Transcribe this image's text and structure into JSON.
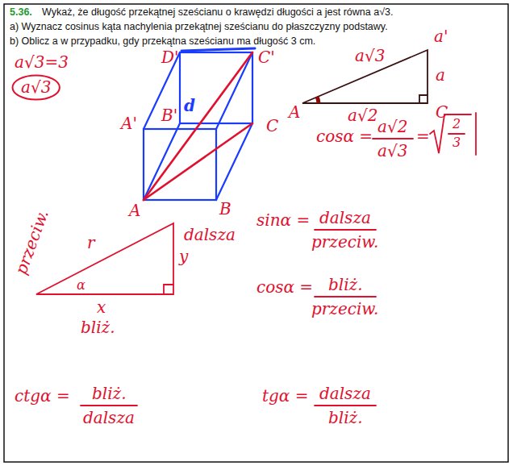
{
  "diagram": {
    "nodes": [
      {
        "text": [
          "a√3"
        ]
      }
    ],
    "labels": [
      "5.36.",
      "Wykaż, że długość przekątnej sześcianu o krawędzi długości a jest równa a√3.",
      "a) Wyznacz cosinus kąta nachylenia przekątnej sześcianu do płaszczyzny podstawy.",
      "b) Oblicz a w przypadku, gdy przekątna sześcianu ma długość 3 cm.",
      "a√3=3",
      "D'",
      "C'",
      "A'",
      "d",
      "B'",
      "C",
      "A",
      "B",
      "a√3",
      "a'",
      "a",
      "A",
      "a√2",
      "C",
      "cosα =",
      "a√2",
      "a√3",
      "=",
      "2",
      "3",
      "przeciw.",
      "r",
      "dalsza",
      "y",
      "x",
      "bliż.",
      "α",
      "sinα =",
      "dalsza",
      "przeciw.",
      "cosα =",
      "bliż.",
      "przeciw.",
      "ctgα =",
      "bliż.",
      "dalsza",
      "tgα =",
      "dalsza",
      "bliż."
    ]
  }
}
